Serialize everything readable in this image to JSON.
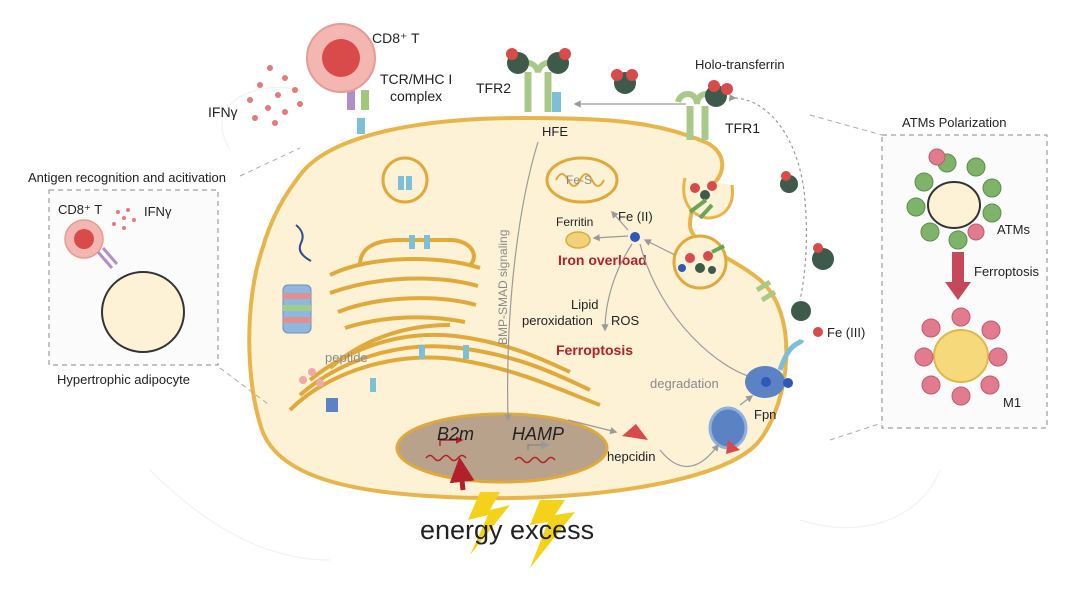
{
  "labels": {
    "cd8_top": "CD8⁺ T",
    "ifng_top": "IFNγ",
    "tcr_mhc_1": "TCR/MHC I",
    "tcr_mhc_2": "complex",
    "tfr2": "TFR2",
    "hfe": "HFE",
    "holo_transferrin": "Holo-transferrin",
    "tfr1": "TFR1",
    "antigen_title": "Antigen recognition and acitivation",
    "cd8_inset": "CD8⁺ T",
    "ifng_inset": "IFNγ",
    "hypertrophic": "Hypertrophic adipocyte",
    "fes": "Fe-S",
    "ferritin": "Ferritin",
    "fe2": "Fe (II)",
    "iron_overload": "Iron overload",
    "bmp_smad": "BMP-SMAD signaling",
    "lipid": "Lipid",
    "peroxidation": "peroxidation",
    "ros": "ROS",
    "ferroptosis_center": "Ferroptosis",
    "peptide": "peptide",
    "degradation": "degradation",
    "fe3": "Fe (III)",
    "fpn": "Fpn",
    "hepcidin": "hepcidin",
    "b2m": "B2m",
    "hamp": "HAMP",
    "energy_excess": "energy excess",
    "atms_title": "ATMs Polarization",
    "atms": "ATMs",
    "ferroptosis_right": "Ferroptosis",
    "m1": "M1"
  },
  "colors": {
    "cell_fill": "#fdf2d6",
    "cell_border": "#e8b54a",
    "organelle_border": "#e0a93a",
    "nucleus": "#b9a28c",
    "accent_red": "#b2202a",
    "receptor_green": "#a9c98a",
    "transferrin_dark": "#3d5a4a",
    "transferrin_red": "#d94a4a",
    "lightning": "#f5d21a",
    "blue_fpn": "#5b82c2"
  }
}
